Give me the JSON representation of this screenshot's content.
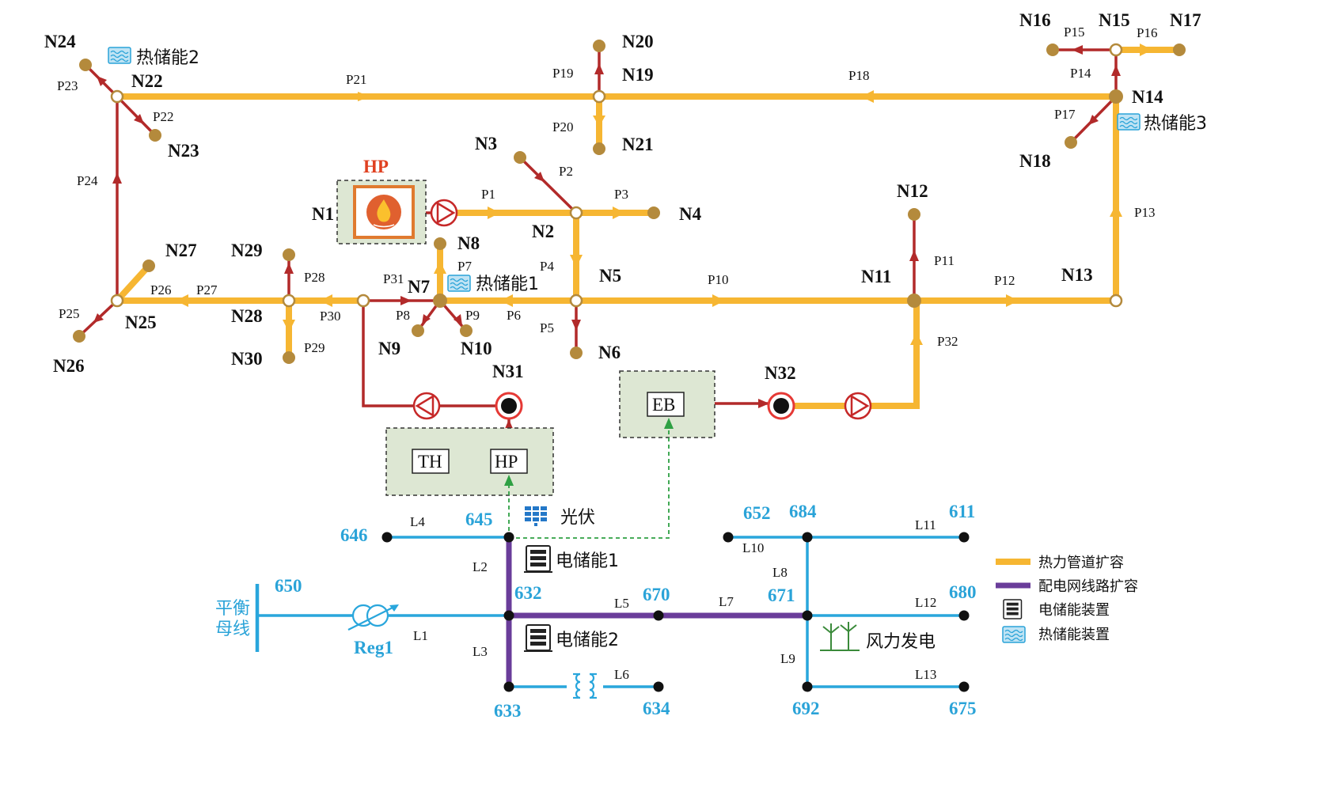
{
  "colors": {
    "heat_pipe": "#F6B632",
    "heat_branch": "#B22A2A",
    "power_line": "#29A6DC",
    "power_expansion": "#6A3D9A",
    "node_brown": "#B48A3C",
    "bus_black": "#111111",
    "device_box_fill": "#DDE7D3",
    "hp_red": "#E04020"
  },
  "heat_nodes": {
    "N1": "N1",
    "N2": "N2",
    "N3": "N3",
    "N4": "N4",
    "N5": "N5",
    "N6": "N6",
    "N7": "N7",
    "N8": "N8",
    "N9": "N9",
    "N10": "N10",
    "N11": "N11",
    "N12": "N12",
    "N13": "N13",
    "N14": "N14",
    "N15": "N15",
    "N16": "N16",
    "N17": "N17",
    "N18": "N18",
    "N19": "N19",
    "N20": "N20",
    "N21": "N21",
    "N22": "N22",
    "N23": "N23",
    "N24": "N24",
    "N25": "N25",
    "N26": "N26",
    "N27": "N27",
    "N28": "N28",
    "N29": "N29",
    "N30": "N30",
    "N31": "N31",
    "N32": "N32"
  },
  "pipes": {
    "P1": "P1",
    "P2": "P2",
    "P3": "P3",
    "P4": "P4",
    "P5": "P5",
    "P6": "P6",
    "P7": "P7",
    "P8": "P8",
    "P9": "P9",
    "P10": "P10",
    "P11": "P11",
    "P12": "P12",
    "P13": "P13",
    "P14": "P14",
    "P15": "P15",
    "P16": "P16",
    "P17": "P17",
    "P18": "P18",
    "P19": "P19",
    "P20": "P20",
    "P21": "P21",
    "P22": "P22",
    "P23": "P23",
    "P24": "P24",
    "P25": "P25",
    "P26": "P26",
    "P27": "P27",
    "P28": "P28",
    "P29": "P29",
    "P30": "P30",
    "P31": "P31",
    "P32": "P32"
  },
  "buses": {
    "b650": "650",
    "b646": "646",
    "b645": "645",
    "b632": "632",
    "b633": "633",
    "b634": "634",
    "b670": "670",
    "b671": "671",
    "b652": "652",
    "b684": "684",
    "b611": "611",
    "b680": "680",
    "b692": "692",
    "b675": "675"
  },
  "lines": {
    "L1": "L1",
    "L2": "L2",
    "L3": "L3",
    "L4": "L4",
    "L5": "L5",
    "L6": "L6",
    "L7": "L7",
    "L8": "L8",
    "L9": "L9",
    "L10": "L10",
    "L11": "L11",
    "L12": "L12",
    "L13": "L13"
  },
  "devices": {
    "hp_top": "HP",
    "th": "TH",
    "hp_box": "HP",
    "eb": "EB",
    "reg1": "Reg1",
    "slack_bus_line1": "平衡",
    "slack_bus_line2": "母线"
  },
  "annotations": {
    "thermal_storage_1": "热储能1",
    "thermal_storage_2": "热储能2",
    "thermal_storage_3": "热储能3",
    "pv": "光伏",
    "battery_1": "电储能1",
    "battery_2": "电储能2",
    "wind": "风力发电"
  },
  "legend": [
    {
      "label": "热力管道扩容",
      "icon": "orange-line"
    },
    {
      "label": "配电网线路扩容",
      "icon": "purple-line"
    },
    {
      "label": "电储能装置",
      "icon": "battery-icon"
    },
    {
      "label": "热储能装置",
      "icon": "thermal-storage-icon"
    }
  ]
}
